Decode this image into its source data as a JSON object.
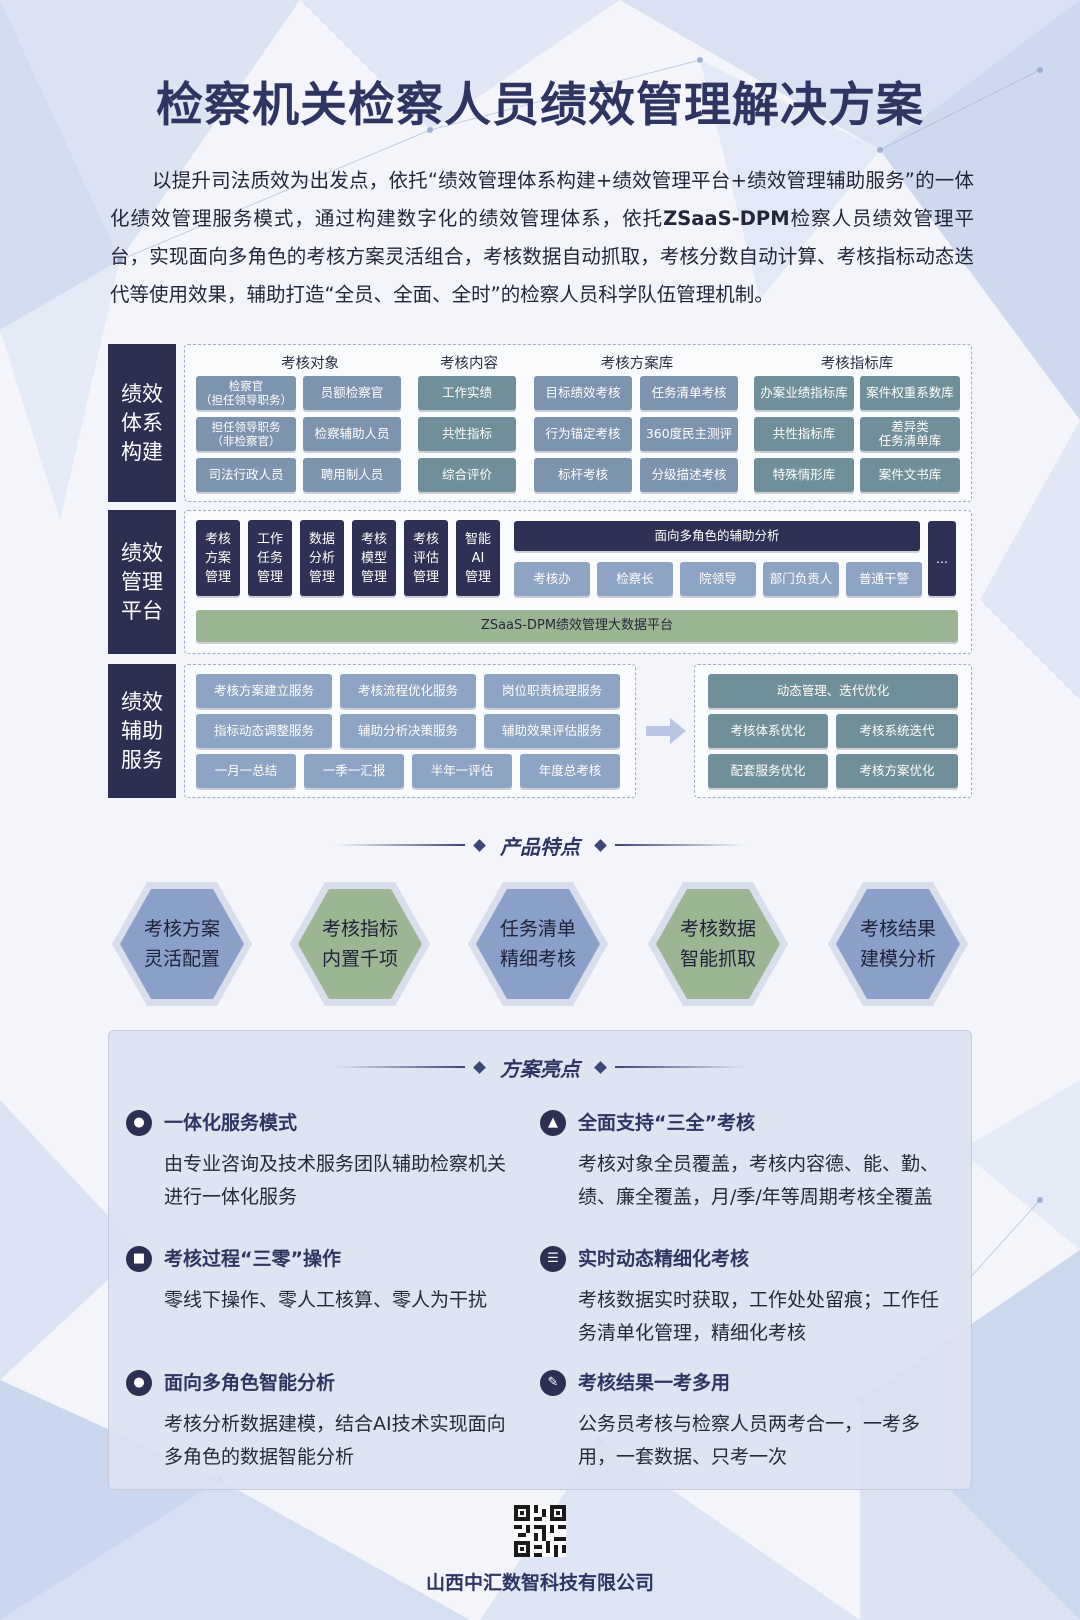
{
  "title": "检察机关检察人员绩效管理解决方案",
  "intro": {
    "part1": "以提升司法质效为出发点，依托“绩效管理体系构建+绩效管理平台+绩效管理辅助服务”的一体化绩效管理服务模式，通过构建数字化的绩效管理体系，依托",
    "bold": "ZSaaS-DPM",
    "part2": "检察人员绩效管理平台，实现面向多角色的考核方案灵活组合，考核数据自动抓取，考核分数自动计算、考核指标动态迭代等使用效果，辅助打造“全员、全面、全时”的检察人员科学队伍管理机制。"
  },
  "diagram": {
    "row1": {
      "label": "绩效\n体系\n构建",
      "columns": [
        {
          "head": "考核对象",
          "cells": [
            "检察官\n（担任领导职务）",
            "员额检察官",
            "担任领导职务\n（非检察官）",
            "检察辅助人员",
            "司法行政人员",
            "聘用制人员"
          ]
        },
        {
          "head": "考核内容",
          "cells": [
            "工作实绩",
            "共性指标",
            "综合评价"
          ]
        },
        {
          "head": "考核方案库",
          "cells": [
            "目标绩效考核",
            "任务清单考核",
            "行为锚定考核",
            "360度民主测评",
            "标杆考核",
            "分级描述考核"
          ]
        },
        {
          "head": "考核指标库",
          "cells": [
            "办案业绩指标库",
            "案件权重系数库",
            "共性指标库",
            "差异类\n任务清单库",
            "特殊情形库",
            "案件文书库"
          ]
        }
      ]
    },
    "row2": {
      "label": "绩效\n管理\n平台",
      "modules": [
        "考核\n方案\n管理",
        "工作\n任务\n管理",
        "数据\n分析\n管理",
        "考核\n模型\n管理",
        "考核\n评估\n管理",
        "智能\nAI\n管理"
      ],
      "analysis_head": "面向多角色的辅助分析",
      "roles": [
        "考核办",
        "检察长",
        "院领导",
        "部门负责人",
        "普通干警"
      ],
      "more": "...",
      "platform": "ZSaaS-DPM绩效管理大数据平台"
    },
    "row3": {
      "label": "绩效\n辅助\n服务",
      "services": [
        "考核方案建立服务",
        "考核流程优化服务",
        "岗位职责梳理服务",
        "指标动态调整服务",
        "辅助分析决策服务",
        "辅助效果评估服务"
      ],
      "periods": [
        "一月一总结",
        "一季一汇报",
        "半年一评估",
        "年度总考核"
      ],
      "result_head": "动态管理、迭代优化",
      "results": [
        "考核体系优化",
        "考核系统迭代",
        "配套服务优化",
        "考核方案优化"
      ]
    }
  },
  "features": {
    "heading": "产品特点",
    "items": [
      {
        "text": "考核方案\n灵活配置",
        "color": "blue"
      },
      {
        "text": "考核指标\n内置千项",
        "color": "green"
      },
      {
        "text": "任务清单\n精细考核",
        "color": "blue"
      },
      {
        "text": "考核数据\n智能抓取",
        "color": "green"
      },
      {
        "text": "考核结果\n建模分析",
        "color": "blue"
      }
    ]
  },
  "highlights": {
    "heading": "方案亮点",
    "items": [
      {
        "icon": "person-icon",
        "title": "一体化服务模式",
        "text": "由专业咨询及技术服务团队辅助检察机关进行一体化服务"
      },
      {
        "icon": "chart-icon",
        "title": "全面支持“三全”考核",
        "text": "考核对象全员覆盖，考核内容德、能、勤、绩、廉全覆盖，月/季/年等周期考核全覆盖"
      },
      {
        "icon": "monitor-icon",
        "title": "考核过程“三零”操作",
        "text": "零线下操作、零人工核算、零人为干扰"
      },
      {
        "icon": "list-icon",
        "title": "实时动态精细化考核",
        "text": "考核数据实时获取，工作处处留痕；工作任务清单化管理，精细化考核"
      },
      {
        "icon": "group-icon",
        "title": "面向多角色智能分析",
        "text": "考核分析数据建模，结合AI技术实现面向多角色的数据智能分析"
      },
      {
        "icon": "document-icon",
        "title": "考核结果一考多用",
        "text": "公务员考核与检察人员两考合一，一考多用，一套数据、只考一次"
      }
    ]
  },
  "footer": {
    "company": "山西中汇数智科技有限公司"
  }
}
